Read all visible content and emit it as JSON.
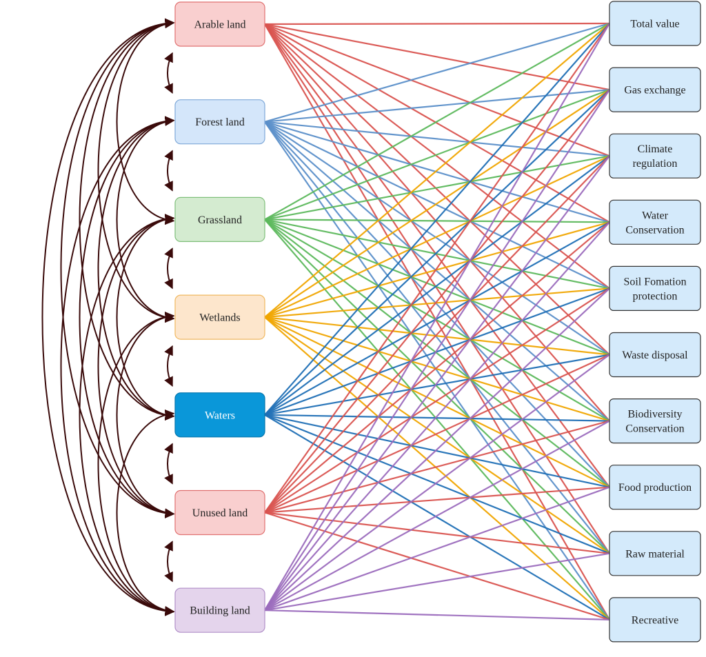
{
  "diagram": {
    "land_nodes": [
      {
        "label": "Arable land",
        "fill": "#f9cfcf",
        "stroke": "#e07070",
        "line_color": "#d9534f"
      },
      {
        "label": "Forest land",
        "fill": "#d4e6fa",
        "stroke": "#7ea8d8",
        "line_color": "#5b8fc9"
      },
      {
        "label": "Grassland",
        "fill": "#d4ebd0",
        "stroke": "#7fbf7a",
        "line_color": "#5cb85c"
      },
      {
        "label": "Wetlands",
        "fill": "#fde6cc",
        "stroke": "#f0b860",
        "line_color": "#f0a500"
      },
      {
        "label": "Waters",
        "fill": "#0a97d9",
        "stroke": "#0576ad",
        "line_color": "#1f6fb5"
      },
      {
        "label": "Unused land",
        "fill": "#f9cfcf",
        "stroke": "#e07070",
        "line_color": "#d9534f"
      },
      {
        "label": "Building land",
        "fill": "#e4d4ec",
        "stroke": "#b18fc8",
        "line_color": "#9b6bbd"
      }
    ],
    "service_nodes": [
      {
        "lines": [
          "Total value"
        ]
      },
      {
        "lines": [
          "Gas exchange"
        ]
      },
      {
        "lines": [
          "Climate",
          "regulation"
        ]
      },
      {
        "lines": [
          "Water",
          "Conservation"
        ]
      },
      {
        "lines": [
          "Soil Fomation",
          "protection"
        ]
      },
      {
        "lines": [
          "Waste disposal"
        ]
      },
      {
        "lines": [
          "Biodiversity",
          "Conservation"
        ]
      },
      {
        "lines": [
          "Food production"
        ]
      },
      {
        "lines": [
          "Raw material"
        ]
      },
      {
        "lines": [
          "Recreative"
        ]
      }
    ],
    "service_style": {
      "fill": "#d4eafb",
      "stroke": "#333333"
    },
    "transition_arrow_color": "#3a0a0a"
  }
}
